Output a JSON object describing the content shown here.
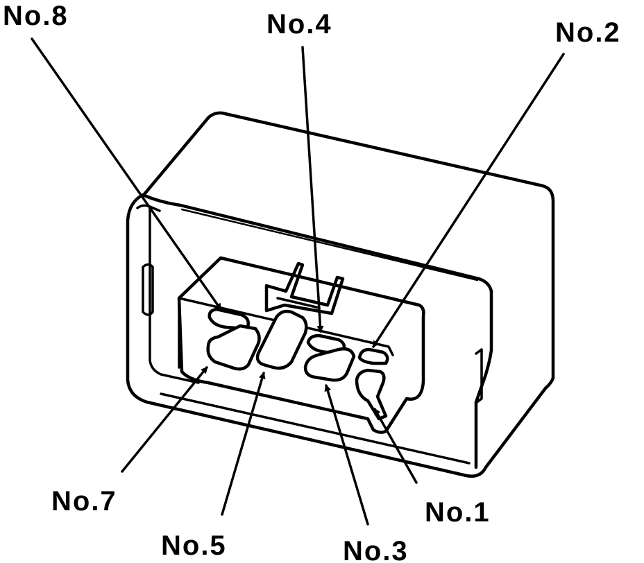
{
  "labels": {
    "no8": "No.8",
    "no4": "No.4",
    "no2": "No.2",
    "no7": "No.7",
    "no5": "No.5",
    "no3": "No.3",
    "no1": "No.1"
  },
  "colors": {
    "line": "#000000",
    "background": "#ffffff"
  }
}
